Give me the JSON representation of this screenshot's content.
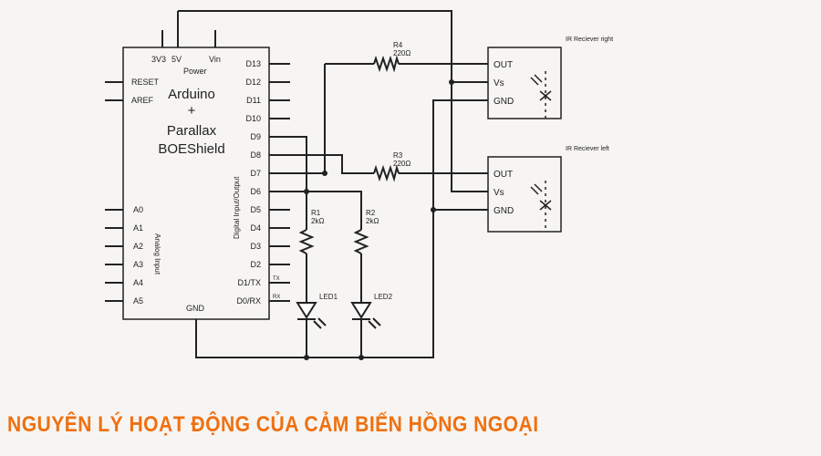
{
  "arduino": {
    "title_line1": "Arduino",
    "title_line2": "+",
    "title_line3": "Parallax",
    "title_line4": "BOEShield",
    "power_pins": [
      "3V3",
      "5V",
      "Vin"
    ],
    "power_label": "Power",
    "left_pins": [
      "RESET",
      "AREF"
    ],
    "analog_pins": [
      "A0",
      "A1",
      "A2",
      "A3",
      "A4",
      "A5"
    ],
    "analog_label": "Analog Input",
    "digital_label": "Digital Input/Output",
    "digital_pins": [
      "D13",
      "D12",
      "D11",
      "D10",
      "D9",
      "D8",
      "D7",
      "D6",
      "D5",
      "D4",
      "D3",
      "D2",
      "D1/TX",
      "D0/RX"
    ],
    "tx_label": "TX",
    "rx_label": "RX",
    "gnd_label": "GND"
  },
  "resistors": {
    "r4_name": "R4",
    "r4_value": "220Ω",
    "r3_name": "R3",
    "r3_value": "220Ω",
    "r1_name": "R1",
    "r1_value": "2kΩ",
    "r2_name": "R2",
    "r2_value": "2kΩ"
  },
  "leds": {
    "led1": "LED1",
    "led2": "LED2"
  },
  "ir_right": {
    "title": "IR Reciever right",
    "pins": [
      "OUT",
      "Vs",
      "GND"
    ]
  },
  "ir_left": {
    "title": "IR Reciever left",
    "pins": [
      "OUT",
      "Vs",
      "GND"
    ]
  },
  "caption": "NGUYÊN LÝ HOẠT ĐỘNG CỦA CẢM BIẾN HỒNG NGOẠI",
  "colors": {
    "wire": "#222222",
    "caption": "#f07010",
    "background": "#f6f5f3"
  }
}
